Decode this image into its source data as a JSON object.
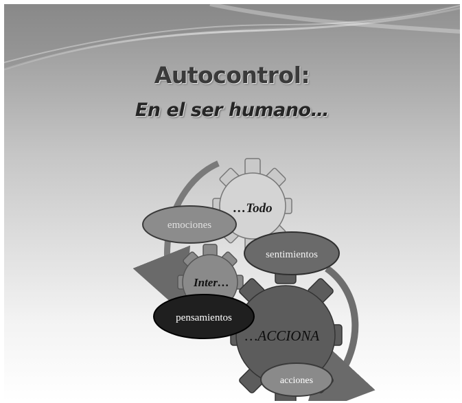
{
  "slide": {
    "title": "Autocontrol:",
    "subtitle": "En el ser humano…"
  },
  "diagram": {
    "gears": [
      {
        "label": "…Todo",
        "shade": "#d4d4d4"
      },
      {
        "label": "Inter…",
        "shade": "#8a8a8a"
      },
      {
        "label": "…ACCIONA",
        "shade": "#5c5c5c"
      }
    ],
    "ovals": [
      {
        "label": "emociones",
        "shade": "#8c8c8c"
      },
      {
        "label": "sentimientos",
        "shade": "#6a6a6a"
      },
      {
        "label": "pensamientos",
        "shade": "#1f1f1f"
      },
      {
        "label": "acciones",
        "shade": "#8a8a8a"
      }
    ]
  }
}
